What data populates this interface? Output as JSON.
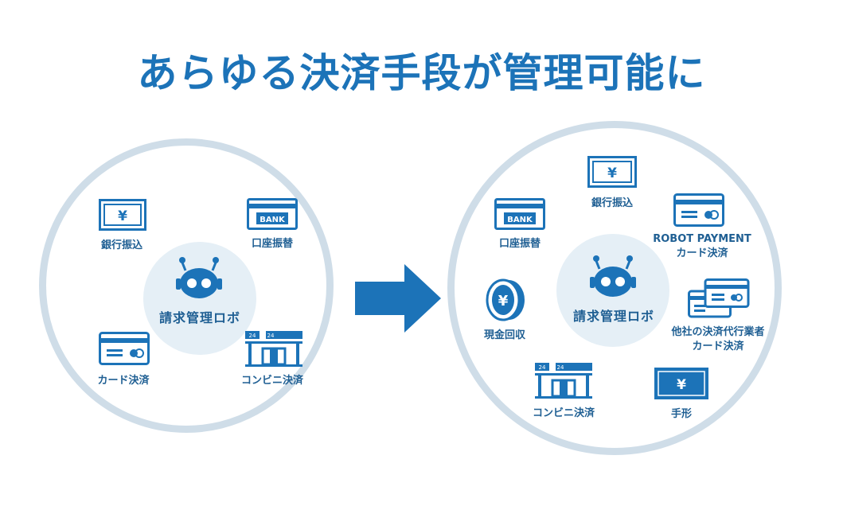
{
  "title": "あらゆる決済手段が管理可能に",
  "colors": {
    "primary": "#1c73b8",
    "ring": "#cfdde8",
    "core": "#e5eff6",
    "text": "#1f5f93"
  },
  "left_panel": {
    "center_label": "請求管理ロボ",
    "items": {
      "bank_transfer": "銀行振込",
      "account_transfer": "口座振替",
      "card_payment": "カード決済",
      "convenience_payment": "コンビニ決済"
    }
  },
  "right_panel": {
    "center_label": "請求管理ロボ",
    "items": {
      "account_transfer": "口座振替",
      "bank_transfer": "銀行振込",
      "robot_payment_line1": "ROBOT PAYMENT",
      "robot_payment_line2": "カード決済",
      "cash_collection": "現金回収",
      "other_card_line1": "他社の決済代行業者",
      "other_card_line2": "カード決済",
      "convenience_payment": "コンビニ決済",
      "promissory_note": "手形"
    }
  },
  "icon_text": {
    "yen": "¥",
    "bank": "BANK",
    "store_num": "24"
  }
}
